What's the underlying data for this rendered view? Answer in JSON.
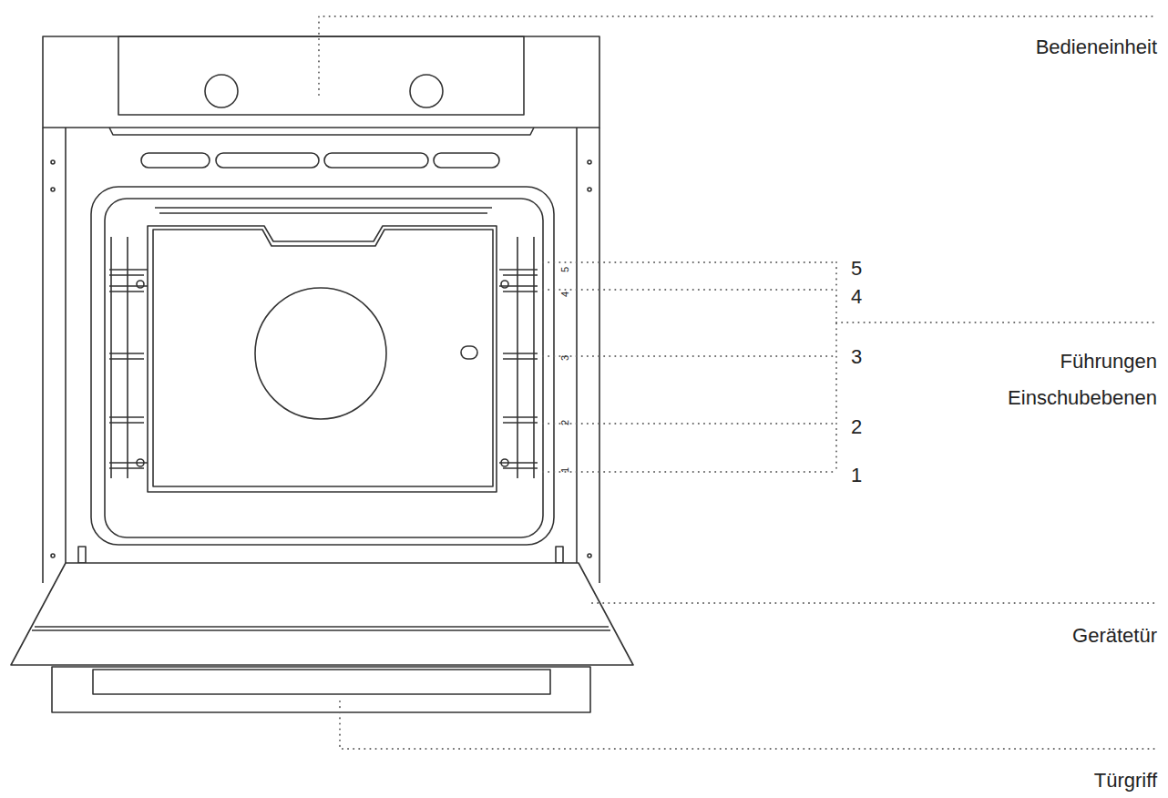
{
  "diagram": {
    "labels": [
      "Bedieneinheit",
      "5",
      "4",
      "3",
      "2",
      "1",
      "5",
      "4",
      "3",
      "2",
      "1",
      "Führungen Einschubebenen",
      "Gerätetür",
      "Türgriff"
    ]
  }
}
